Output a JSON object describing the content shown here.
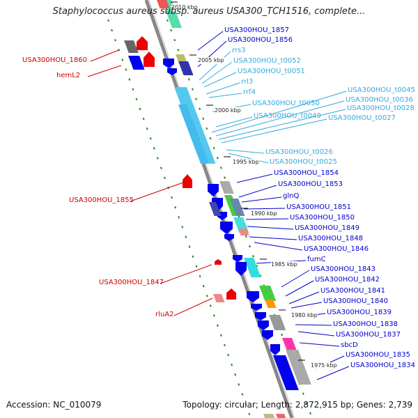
{
  "header": {
    "title": "Staphylococcus aureus subsp. aureus USA300_TCH1516, complete..."
  },
  "footer": {
    "accession": "Accession: NC_010079",
    "summary": "Topology: circular; Length: 2,872,915 bp; Genes: 2,739"
  },
  "colors": {
    "forward_gene": "#0000ee",
    "reverse_gene": "#ee0000",
    "rna": "#55bbdd",
    "misc": "#44cc44",
    "backbone": "#999999",
    "reverse_label": "#cc0000",
    "forward_label": "#0000cc",
    "rna_label": "#33aadd"
  },
  "scale_ticks": [
    "2010 kbp",
    "2005 kbp",
    "2000 kbp",
    "1995 kbp",
    "1990 kbp",
    "1985 kbp",
    "1980 kbp",
    "1975 kbp"
  ],
  "forward_labels": [
    {
      "text": "USA300HOU_1857",
      "kind": "gene"
    },
    {
      "text": "USA300HOU_1856",
      "kind": "gene"
    },
    {
      "text": "rrs3",
      "kind": "rna"
    },
    {
      "text": "USA300HOU_t0052",
      "kind": "rna"
    },
    {
      "text": "USA300HOU_t0051",
      "kind": "rna"
    },
    {
      "text": "rrl3",
      "kind": "rna"
    },
    {
      "text": "rrf4",
      "kind": "rna"
    },
    {
      "text": "USA300HOU_t0045",
      "kind": "rna"
    },
    {
      "text": "USA300HOU_t0036",
      "kind": "rna"
    },
    {
      "text": "USA300HOU_t0050",
      "kind": "rna"
    },
    {
      "text": "USA300HOU_t0028",
      "kind": "rna"
    },
    {
      "text": "USA300HOU_t0049",
      "kind": "rna"
    },
    {
      "text": "USA300HOU_t0027",
      "kind": "rna"
    },
    {
      "text": "USA300HOU_t0026",
      "kind": "rna"
    },
    {
      "text": "USA300HOU_t0025",
      "kind": "rna"
    },
    {
      "text": "USA300HOU_1854",
      "kind": "gene"
    },
    {
      "text": "USA300HOU_1853",
      "kind": "gene"
    },
    {
      "text": "glnQ",
      "kind": "gene"
    },
    {
      "text": "USA300HOU_1851",
      "kind": "gene"
    },
    {
      "text": "USA300HOU_1850",
      "kind": "gene"
    },
    {
      "text": "USA300HOU_1849",
      "kind": "gene"
    },
    {
      "text": "USA300HOU_1848",
      "kind": "gene"
    },
    {
      "text": "USA300HOU_1846",
      "kind": "gene"
    },
    {
      "text": "fumC",
      "kind": "gene"
    },
    {
      "text": "USA300HOU_1843",
      "kind": "gene"
    },
    {
      "text": "USA300HOU_1842",
      "kind": "gene"
    },
    {
      "text": "USA300HOU_1841",
      "kind": "gene"
    },
    {
      "text": "USA300HOU_1840",
      "kind": "gene"
    },
    {
      "text": "USA300HOU_1839",
      "kind": "gene"
    },
    {
      "text": "USA300HOU_1838",
      "kind": "gene"
    },
    {
      "text": "USA300HOU_1837",
      "kind": "gene"
    },
    {
      "text": "sbcD",
      "kind": "gene"
    },
    {
      "text": "USA300HOU_1835",
      "kind": "gene"
    },
    {
      "text": "USA300HOU_1834",
      "kind": "gene"
    }
  ],
  "reverse_labels": [
    {
      "text": "USA300HOU_1860"
    },
    {
      "text": "hemL2"
    },
    {
      "text": "USA300HOU_1855"
    },
    {
      "text": "USA300HOU_1847"
    },
    {
      "text": "rluA2"
    }
  ]
}
